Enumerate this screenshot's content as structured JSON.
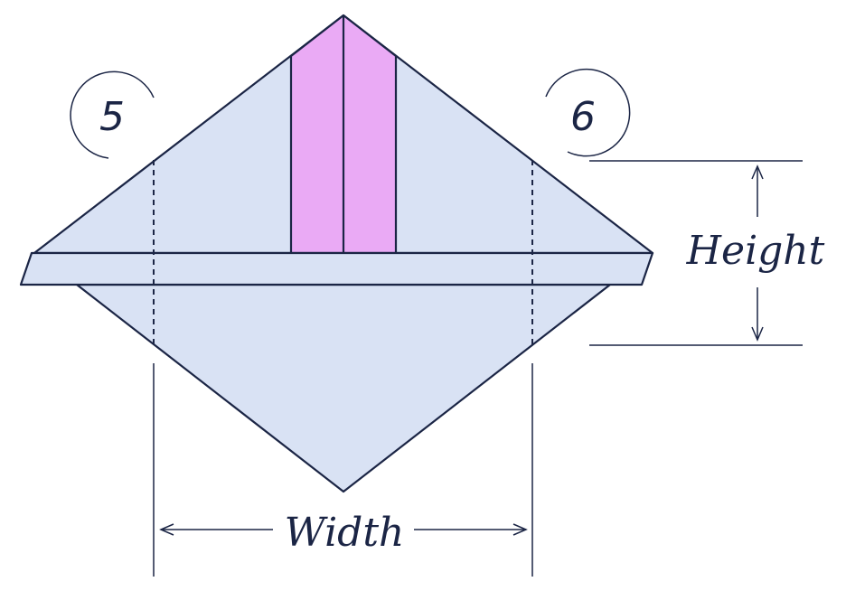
{
  "steps": [
    {
      "number": "5"
    },
    {
      "number": "6"
    }
  ],
  "dimensions": {
    "height_label": "Height",
    "width_label": "Width"
  },
  "colors": {
    "paper": "#d9e2f4",
    "accent": "#eaaaf5",
    "line": "#1b2545"
  }
}
